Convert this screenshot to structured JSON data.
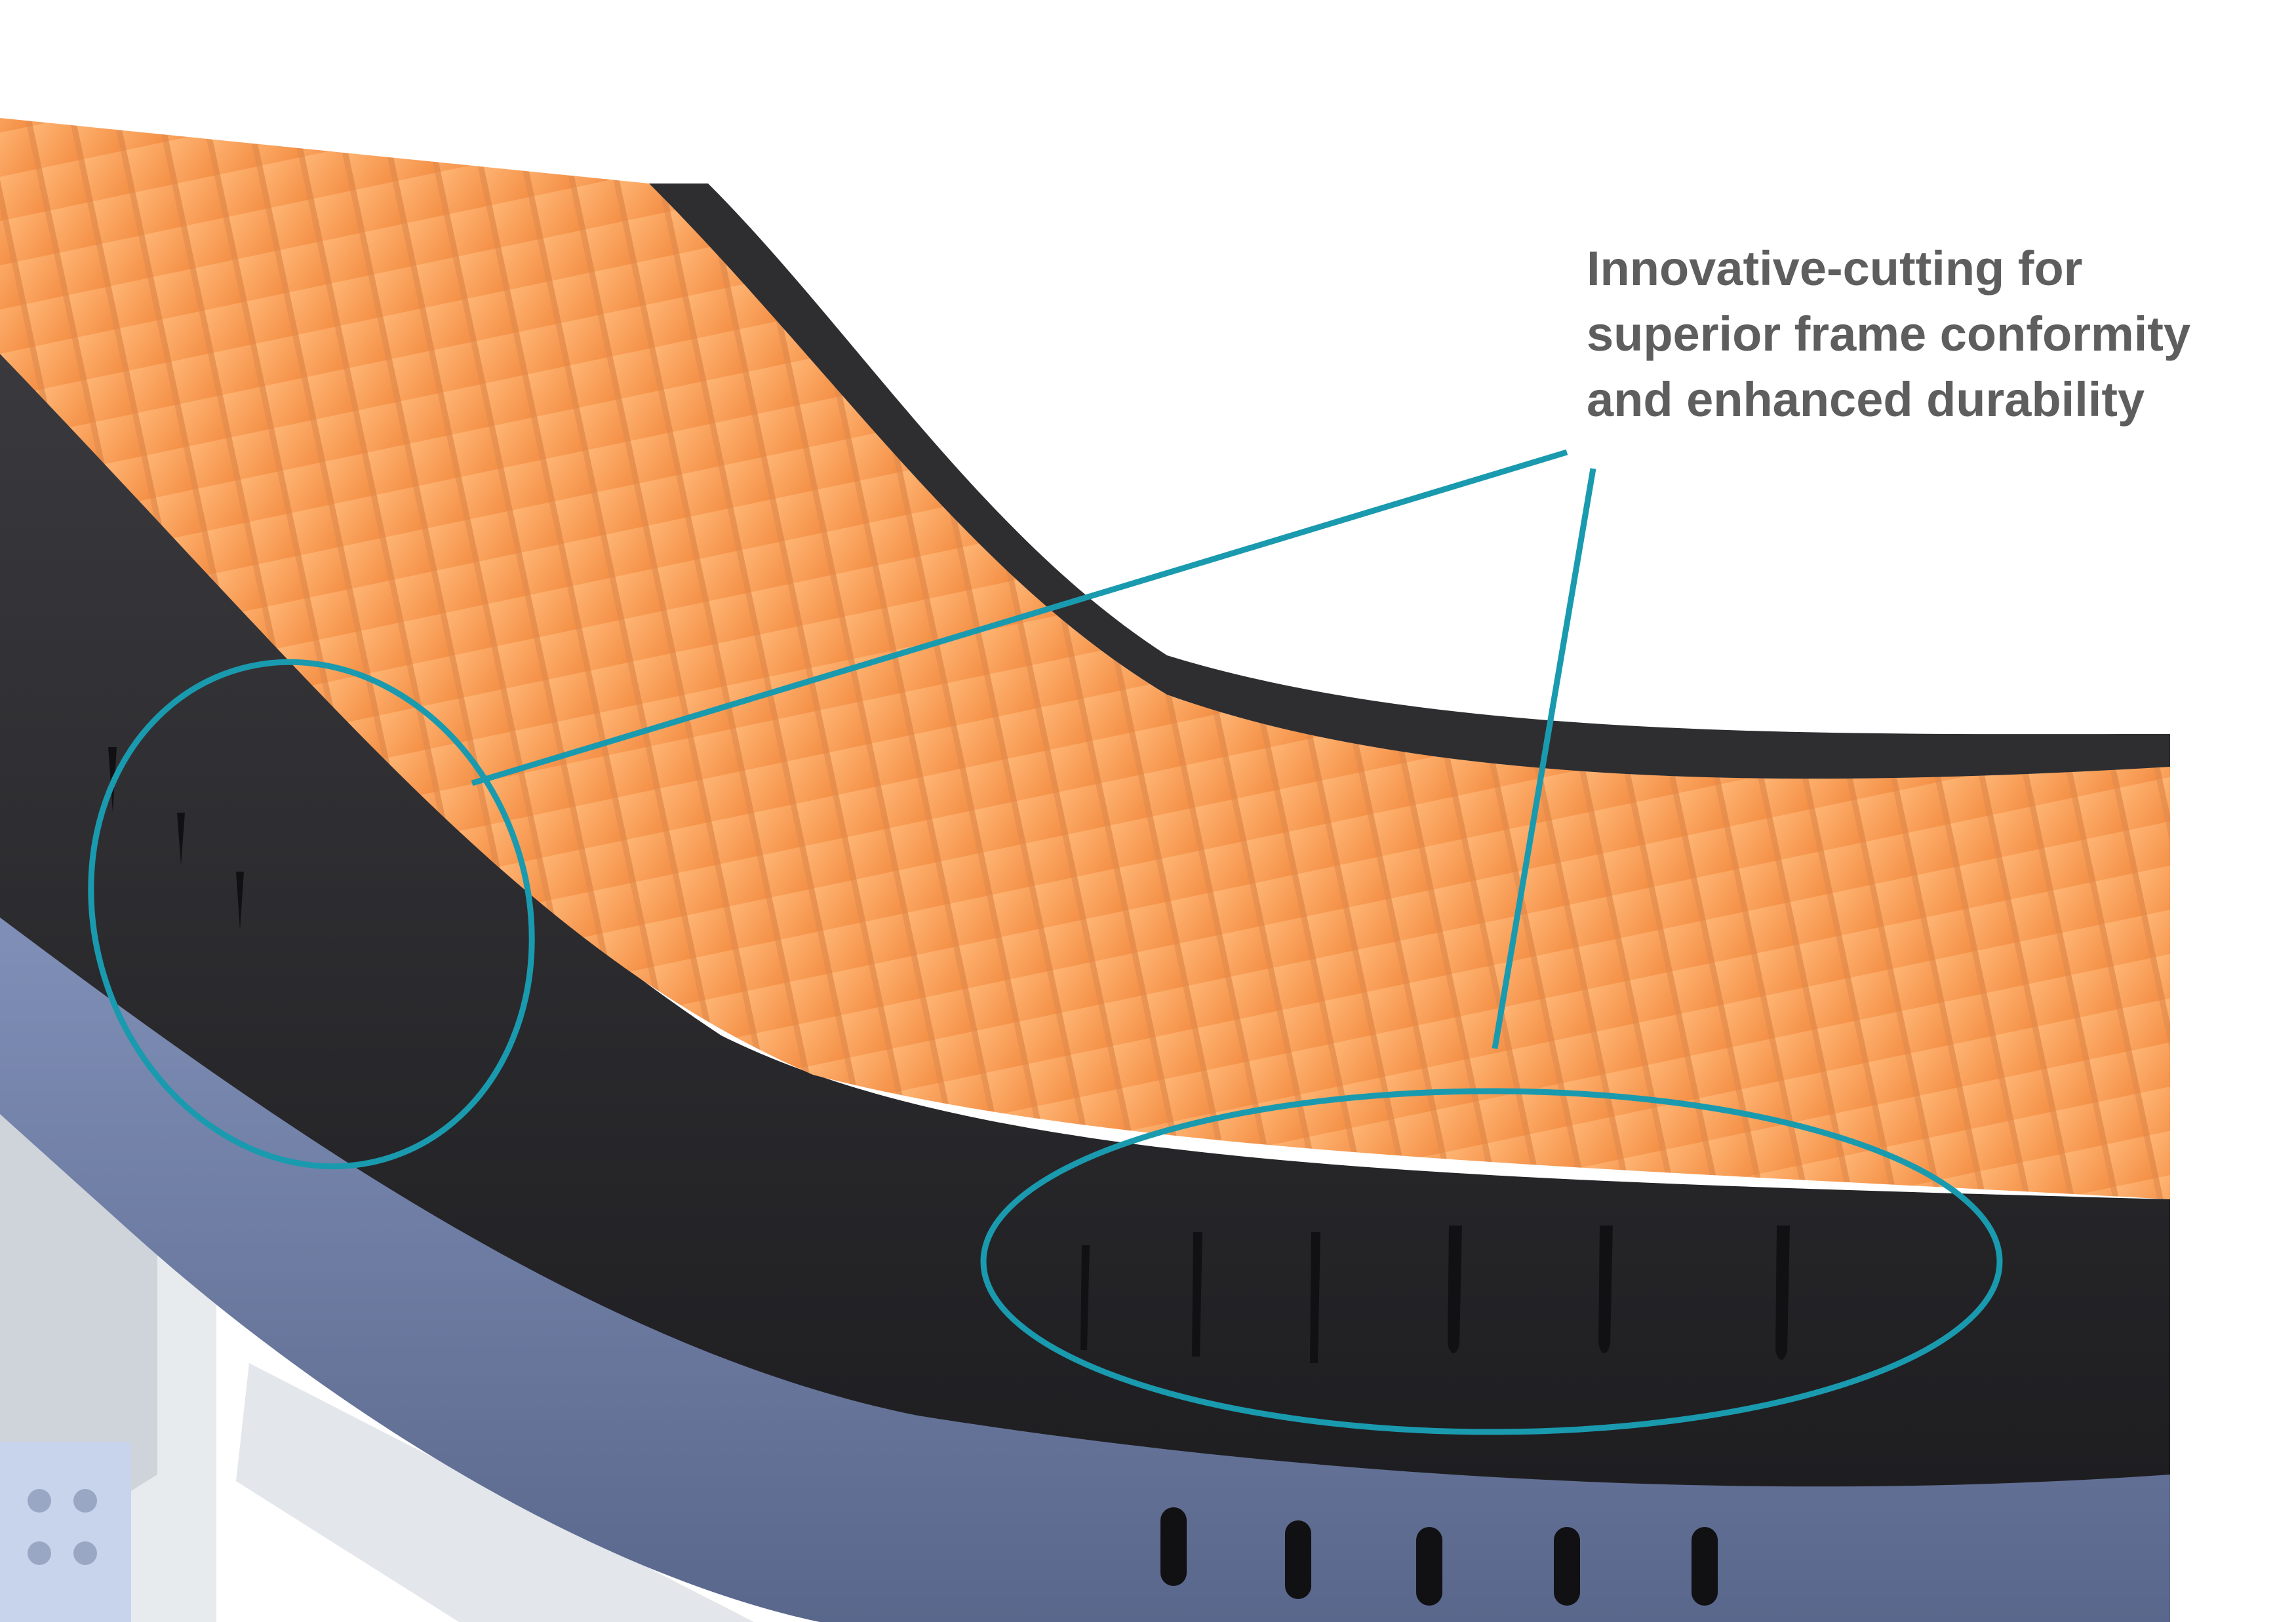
{
  "callout": {
    "lines": [
      "Innovative-cutting for",
      "superior frame conformity",
      "and enhanced durability"
    ]
  },
  "colors": {
    "background": "#ffffff",
    "callout_text": "#5e5e5e",
    "callout_stroke": "#1a9aae",
    "foam_orange": "#f7a25c",
    "foam_dark": "#2b2b2e",
    "cover_blue": "#6f7ea6",
    "frame_grey": "#e6e9ec"
  }
}
